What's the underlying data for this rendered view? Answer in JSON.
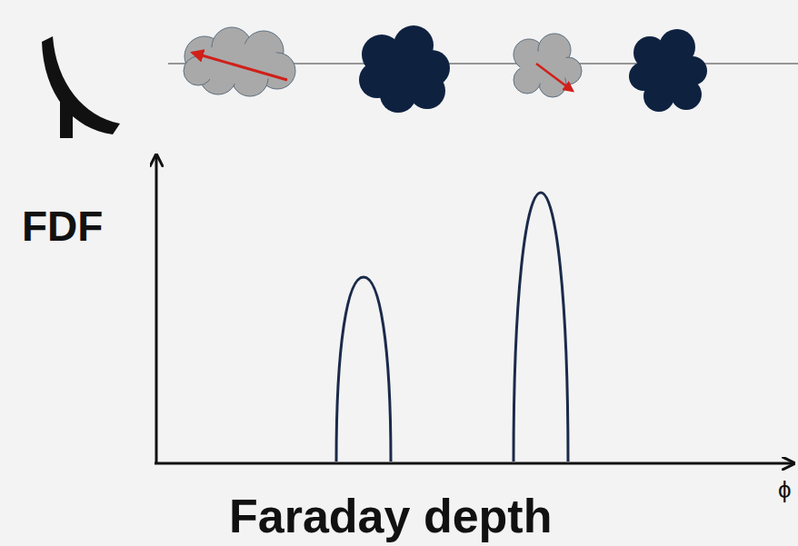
{
  "diagram": {
    "labels": [
      "FDF",
      "Faraday depth",
      "ϕ"
    ]
  }
}
